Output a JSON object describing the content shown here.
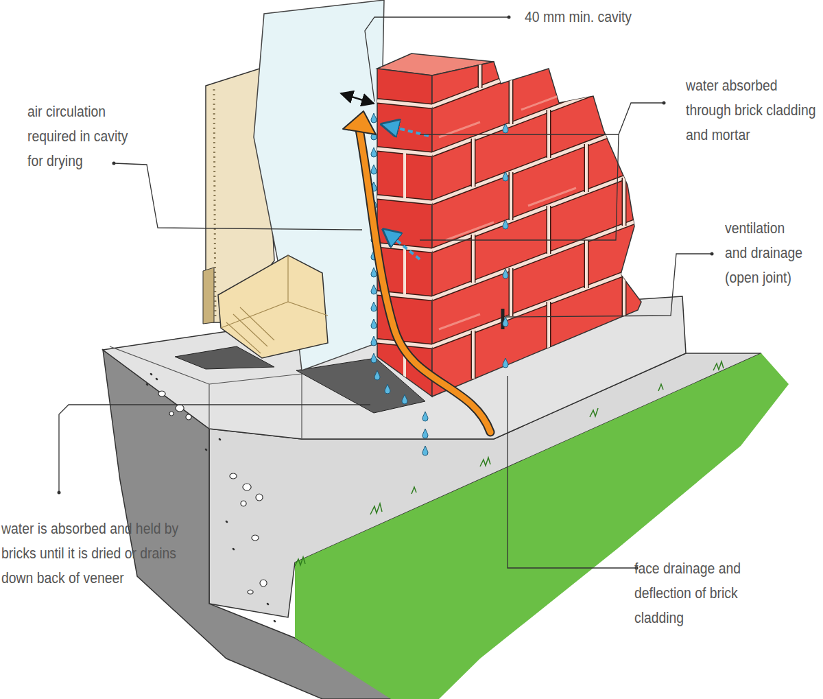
{
  "diagram": {
    "labels": [
      "40 mm min. cavity",
      "air circulation required in cavity for drying",
      "water absorbed through brick cladding and mortar",
      "ventilation and drainage (open joint)",
      "water is absorbed and held by bricks until it is dried or drains down back of veneer",
      "face drainage and deflection of brick cladding"
    ]
  }
}
